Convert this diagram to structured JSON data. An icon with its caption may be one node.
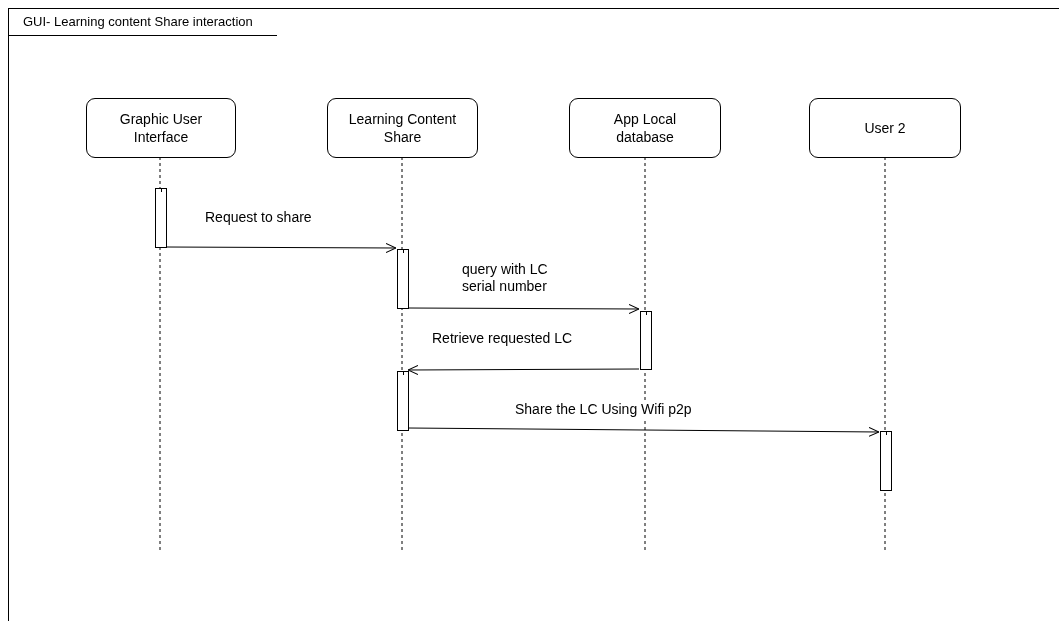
{
  "diagram": {
    "nodes": [
      {
        "text": [
          "GUI- Learning content Share interaction"
        ]
      },
      {
        "text": [
          "Graphic User Interface"
        ],
        "in": 0
      },
      {
        "text": [
          "Learning Content Share"
        ],
        "in": 0
      },
      {
        "text": [
          "App Local database"
        ],
        "in": 0
      },
      {
        "text": [
          "User 2"
        ],
        "in": 0
      },
      {
        "text": [],
        "shape": "bar",
        "in": 0
      },
      {
        "text": [],
        "shape": "bar",
        "in": 0
      },
      {
        "text": [],
        "shape": "bar",
        "in": 0
      },
      {
        "text": [],
        "shape": "bar",
        "in": 0
      },
      {
        "text": [],
        "shape": "bar",
        "in": 0
      }
    ],
    "edges": [
      {
        "from": 5,
        "to": 6,
        "arrow": "to",
        "label": "Request to share"
      },
      {
        "from": 6,
        "to": 7,
        "arrow": "to",
        "label": "query with LC serial number"
      },
      {
        "from": 7,
        "to": 8,
        "arrow": "to",
        "label": "Retrieve requested LC"
      },
      {
        "from": 8,
        "to": 9,
        "arrow": "to",
        "label": "Share the LC Using Wifi p2p"
      }
    ]
  }
}
